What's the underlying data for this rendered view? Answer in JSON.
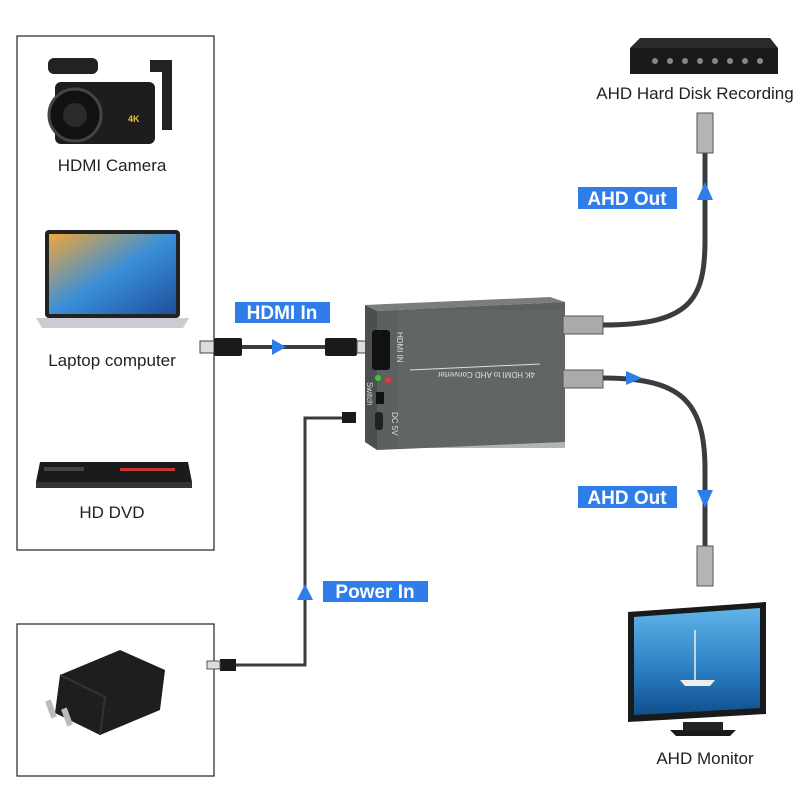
{
  "sources": [
    {
      "label": "HDMI Camera",
      "icon": "camera-icon"
    },
    {
      "label": "Laptop computer",
      "icon": "laptop-icon"
    },
    {
      "label": "HD DVD",
      "icon": "dvd-player-icon"
    }
  ],
  "connections": {
    "hdmi_in": "HDMI In",
    "power_in": "Power In",
    "ahd_out_top": "AHD Out",
    "ahd_out_bottom": "AHD Out"
  },
  "converter": {
    "name": "4K HDMI to AHD Converter",
    "port_hdmi": "HDMI IN",
    "port_switch": "Switch",
    "port_dc": "DC 5V"
  },
  "outputs": [
    {
      "label": "AHD Hard Disk Recording",
      "icon": "dvr-icon"
    },
    {
      "label": "AHD Monitor",
      "icon": "monitor-icon"
    }
  ],
  "colors": {
    "label_bg": "#2f7de8",
    "cable": "#3a3d3f",
    "device": "#5d6061"
  }
}
